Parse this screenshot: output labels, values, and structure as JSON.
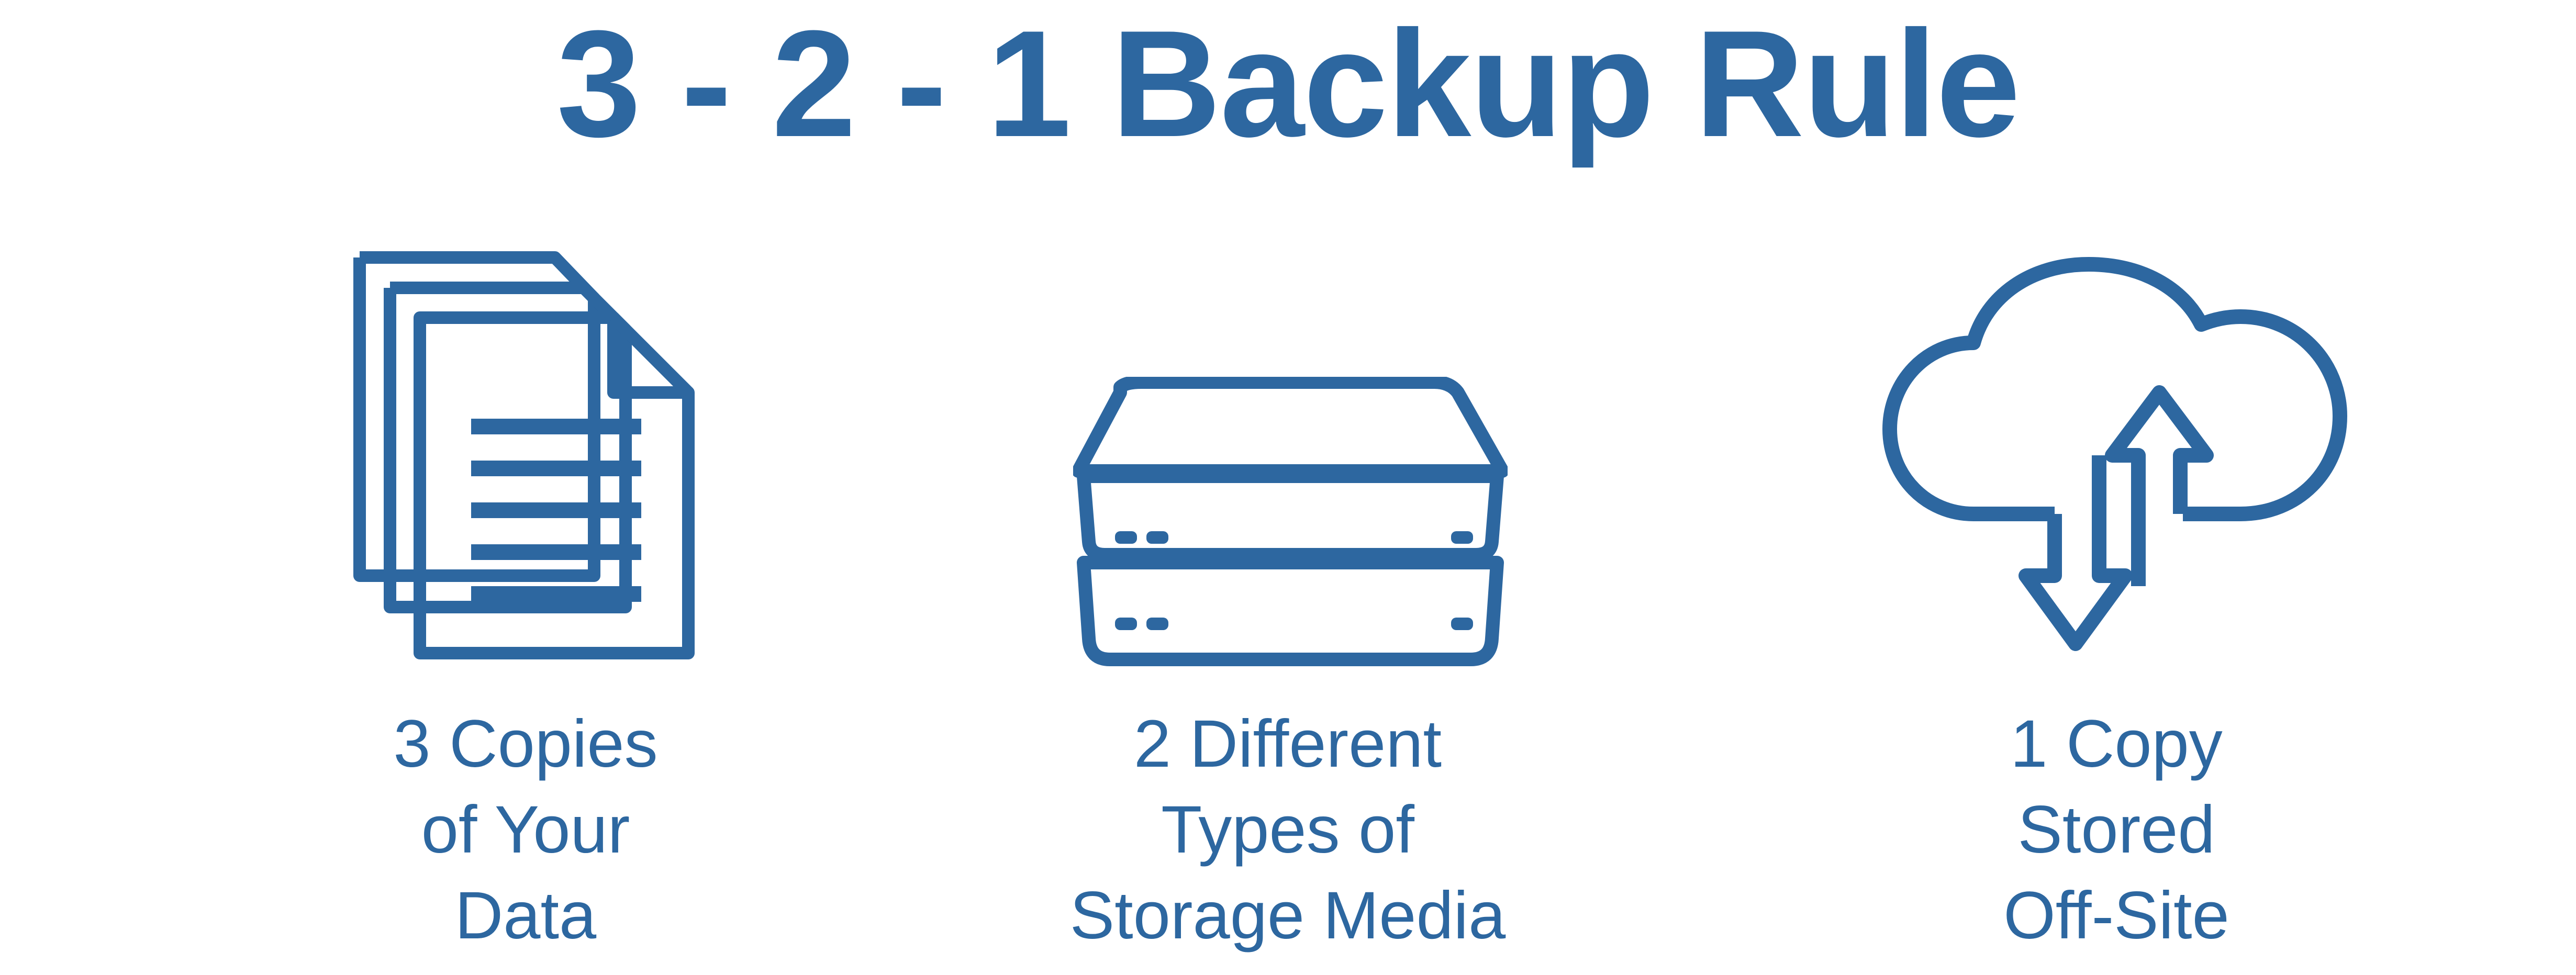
{
  "title": "3 - 2 - 1 Backup Rule",
  "brand_color": "#2d67a0",
  "columns": [
    {
      "icon": "documents-icon",
      "caption_lines": [
        "3 Copies",
        "of Your",
        "Data"
      ]
    },
    {
      "icon": "storage-drives-icon",
      "caption_lines": [
        "2 Different",
        "Types of",
        "Storage Media"
      ]
    },
    {
      "icon": "cloud-sync-icon",
      "caption_lines": [
        "1 Copy",
        "Stored",
        "Off-Site"
      ]
    }
  ]
}
